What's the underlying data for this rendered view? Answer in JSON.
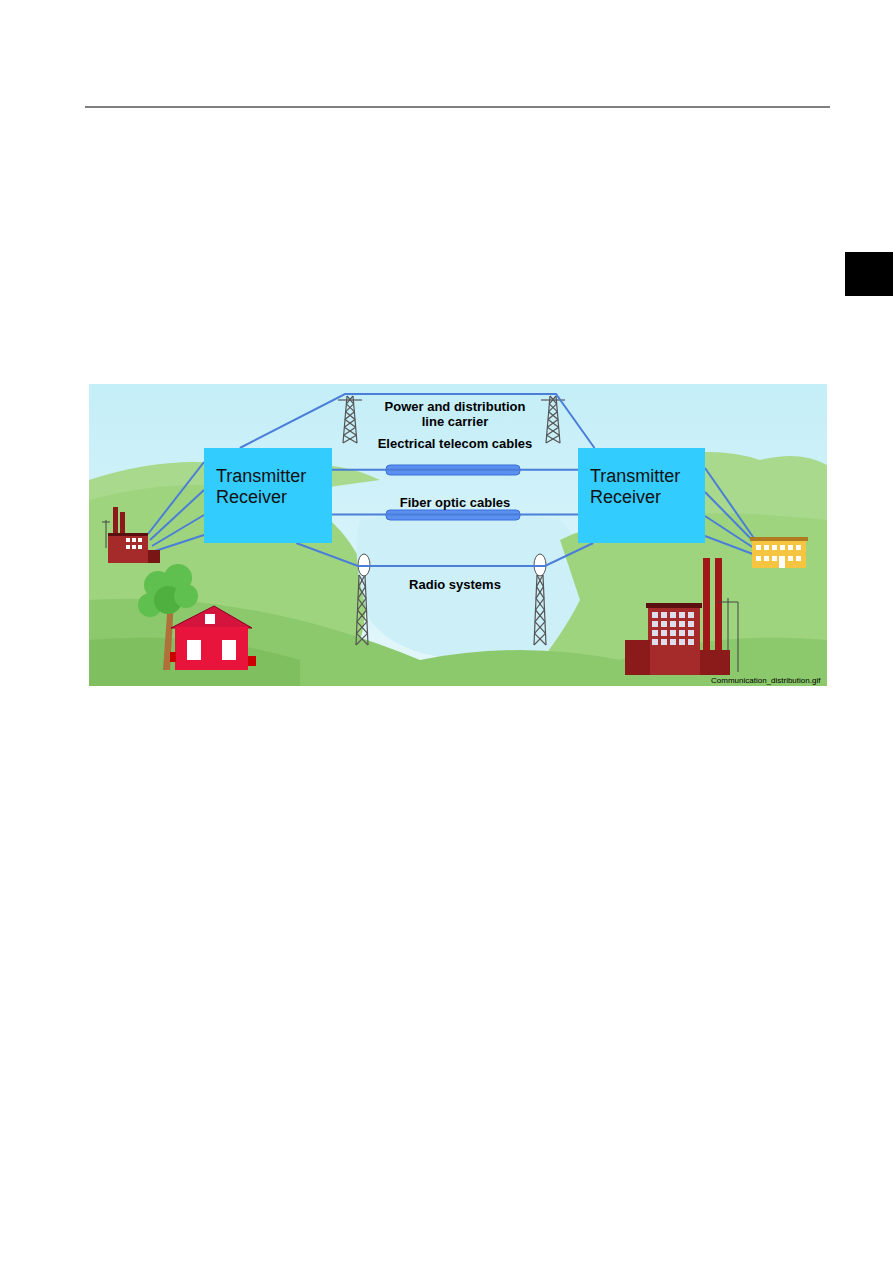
{
  "diagram": {
    "nodes": [
      {
        "text": [
          "Transmitter Receiver"
        ]
      },
      {
        "text": [
          "Transmitter Receiver"
        ]
      }
    ],
    "edges": [
      {
        "from": 0,
        "to": 1,
        "arrow": "none",
        "label": "Power and distribution line carrier"
      },
      {
        "from": 0,
        "to": 1,
        "arrow": "none",
        "label": "Electrical telecom cables"
      },
      {
        "from": 0,
        "to": 1,
        "arrow": "none",
        "label": "Fiber optic cables"
      },
      {
        "from": 0,
        "to": 1,
        "arrow": "none",
        "label": "Radio systems"
      }
    ],
    "labels": [
      "Communication_distribution.gif"
    ]
  }
}
